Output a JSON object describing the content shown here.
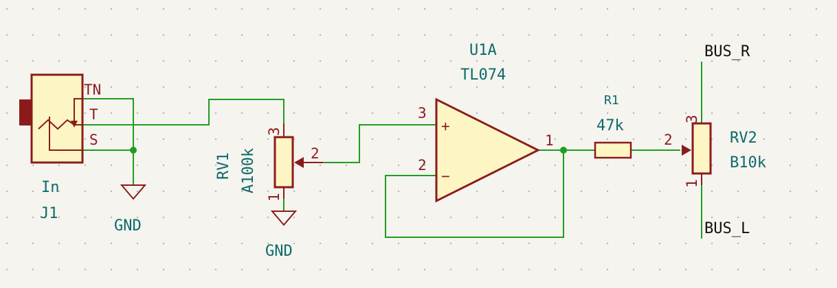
{
  "schematic": {
    "j1": {
      "value": "In",
      "ref": "J1",
      "pins": {
        "tn": "TN",
        "t": "T",
        "s": "S"
      }
    },
    "gnd1": {
      "label": "GND"
    },
    "rv1": {
      "ref": "RV1",
      "value": "A100k",
      "pins": {
        "p1": "1",
        "p2": "2",
        "p3": "3"
      }
    },
    "gnd2": {
      "label": "GND"
    },
    "u1a": {
      "ref": "U1A",
      "value": "TL074",
      "pins": {
        "p1": "1",
        "p2": "2",
        "p3": "3"
      },
      "plus": "+",
      "minus": "−"
    },
    "r1": {
      "ref": "R1",
      "value": "47k"
    },
    "rv2": {
      "ref": "RV2",
      "value": "B10k",
      "pins": {
        "p1": "1",
        "p2": "2",
        "p3": "3"
      }
    },
    "bus_r": {
      "label": "BUS_R"
    },
    "bus_l": {
      "label": "BUS_L"
    }
  },
  "colors": {
    "background": "#f5f4ef",
    "wire": "#1e9d1e",
    "symbol_outline": "#8b1b1b",
    "symbol_fill": "#fdf5c4",
    "text": "#0e6a6a",
    "grid_dot": "#b5b5b0"
  }
}
